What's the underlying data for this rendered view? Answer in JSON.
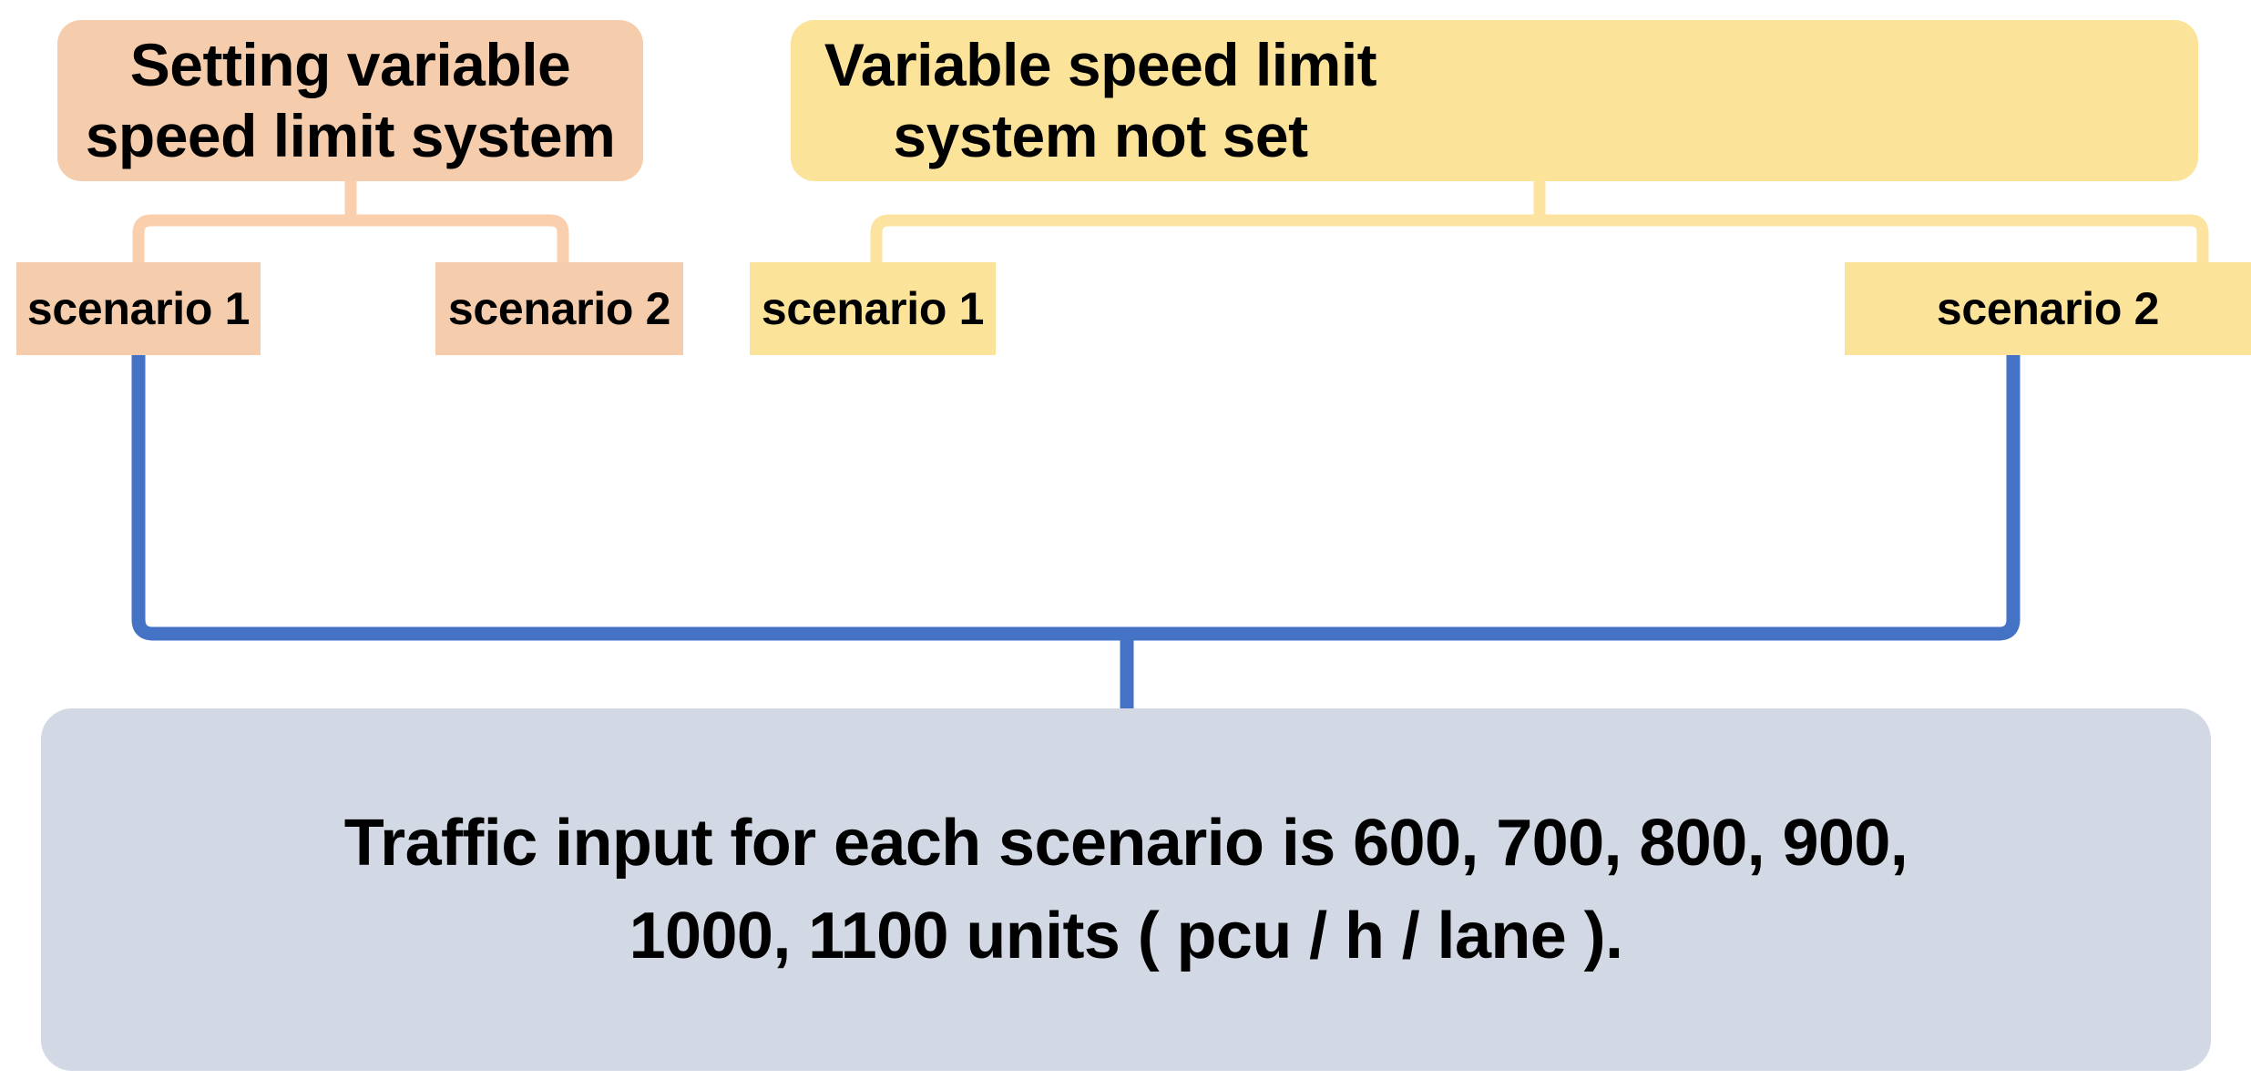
{
  "diagram": {
    "title_orange": "Setting variable speed limit system",
    "title_yellow": "Variable speed limit system not set",
    "branches": {
      "orange": {
        "scenario_1": "scenario 1",
        "scenario_2": "scenario 2"
      },
      "yellow": {
        "scenario_1": "scenario 1",
        "scenario_2": "scenario 2"
      }
    },
    "summary": {
      "line_1": "Traffic input for each scenario is 600, 700, 800, 900,",
      "line_2": "1000, 1100 units ( pcu / h / lane )."
    },
    "colors": {
      "orange_fill": "#F5CDAC",
      "yellow_fill": "#FBE39A",
      "gray_fill": "#D2D9E4",
      "blue_connector": "#4472C4",
      "orange_connector": "#F9CFAE",
      "yellow_connector": "#FCE3A0",
      "text": "#000000",
      "background": "#FFFFFF"
    }
  }
}
